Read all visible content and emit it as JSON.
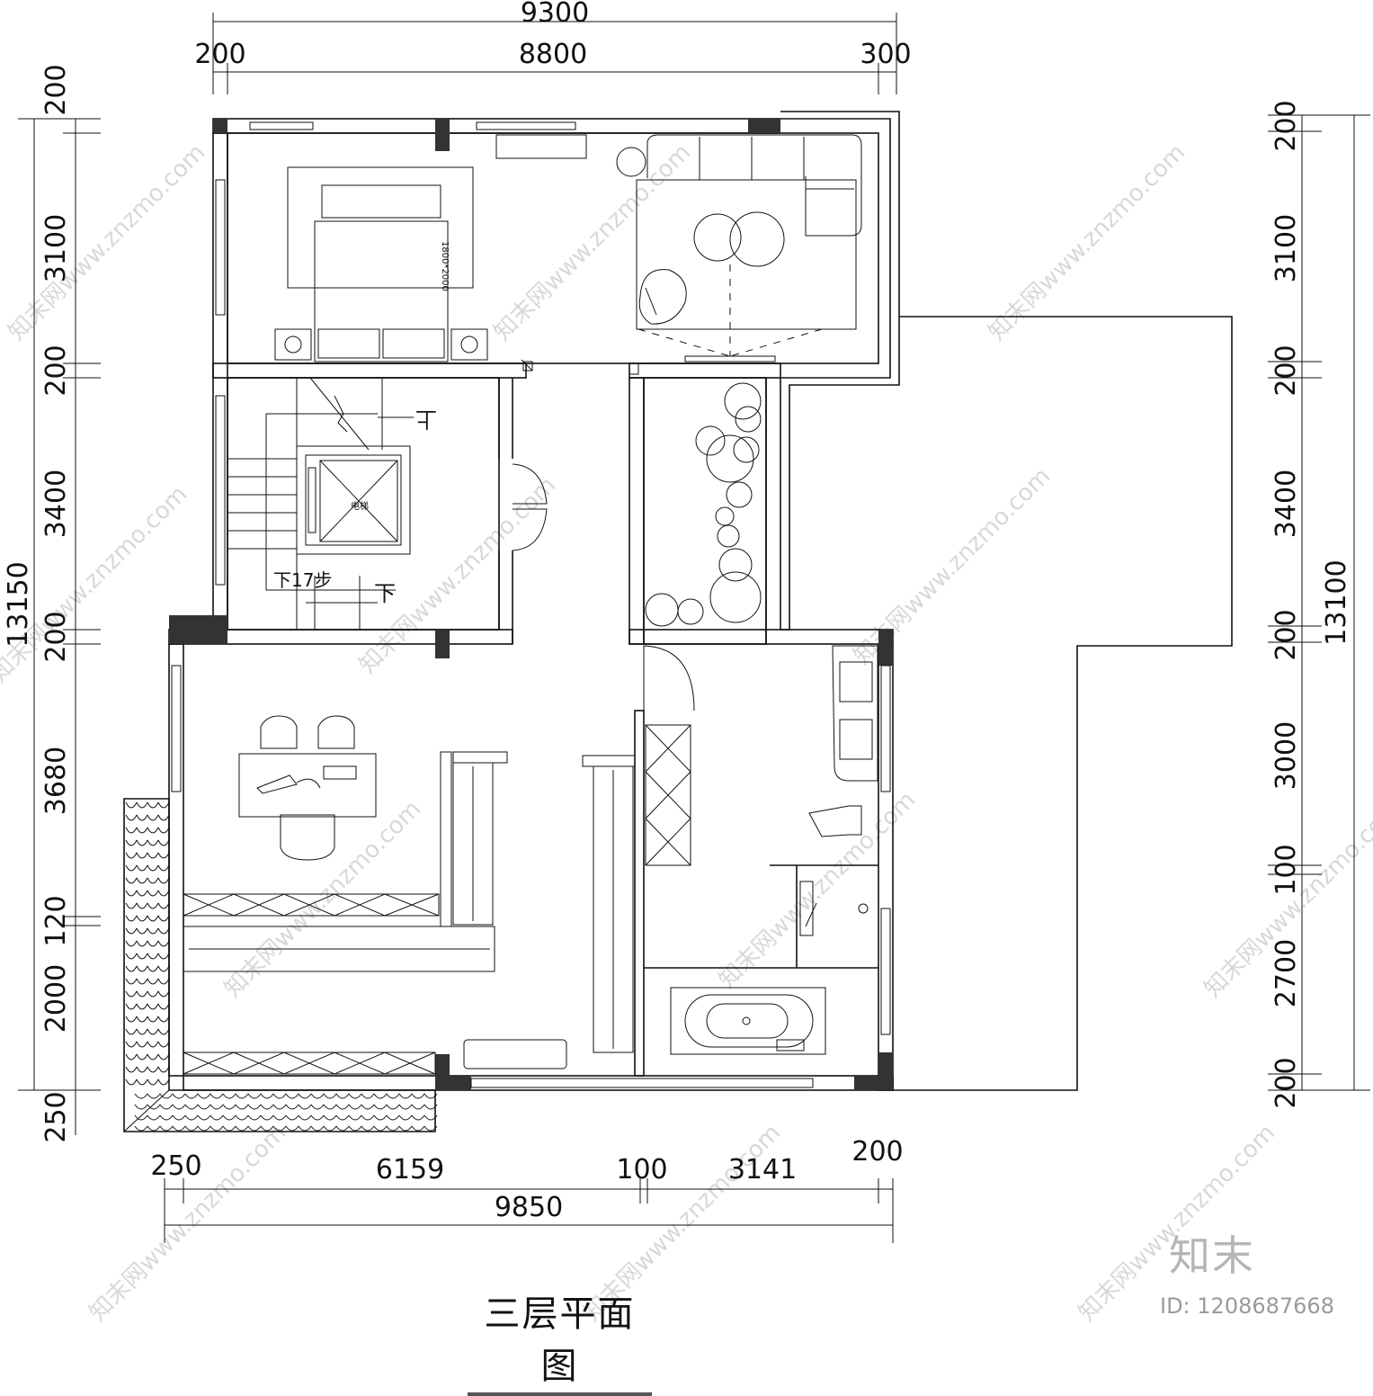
{
  "title": "三层平面图",
  "watermark": {
    "brand": "知末",
    "id_text": "ID: 1208687668",
    "url_text": "知末网www.znzmo.com"
  },
  "dims_top": {
    "overall": "9300",
    "left": "200",
    "middle": "8800",
    "right": "300"
  },
  "dims_bottom": {
    "a": "250",
    "b": "6159",
    "c": "100",
    "d": "3141",
    "e": "200",
    "overall": "9850"
  },
  "dims_left": {
    "overall": "13150",
    "segments": [
      "200",
      "3100",
      "200",
      "3400",
      "200",
      "3680",
      "120",
      "2000",
      "250"
    ]
  },
  "dims_right": {
    "overall": "13100",
    "segments": [
      "200",
      "3100",
      "200",
      "3400",
      "200",
      "3000",
      "100",
      "2700",
      "200"
    ]
  },
  "labels": {
    "up": "上",
    "down": "下",
    "down_steps": "下17步",
    "elevator": "电梯",
    "bed_size": "1800*2000"
  },
  "colors": {
    "line": "#111111",
    "pillar": "#333333",
    "watermark": "#d8d8d8"
  }
}
